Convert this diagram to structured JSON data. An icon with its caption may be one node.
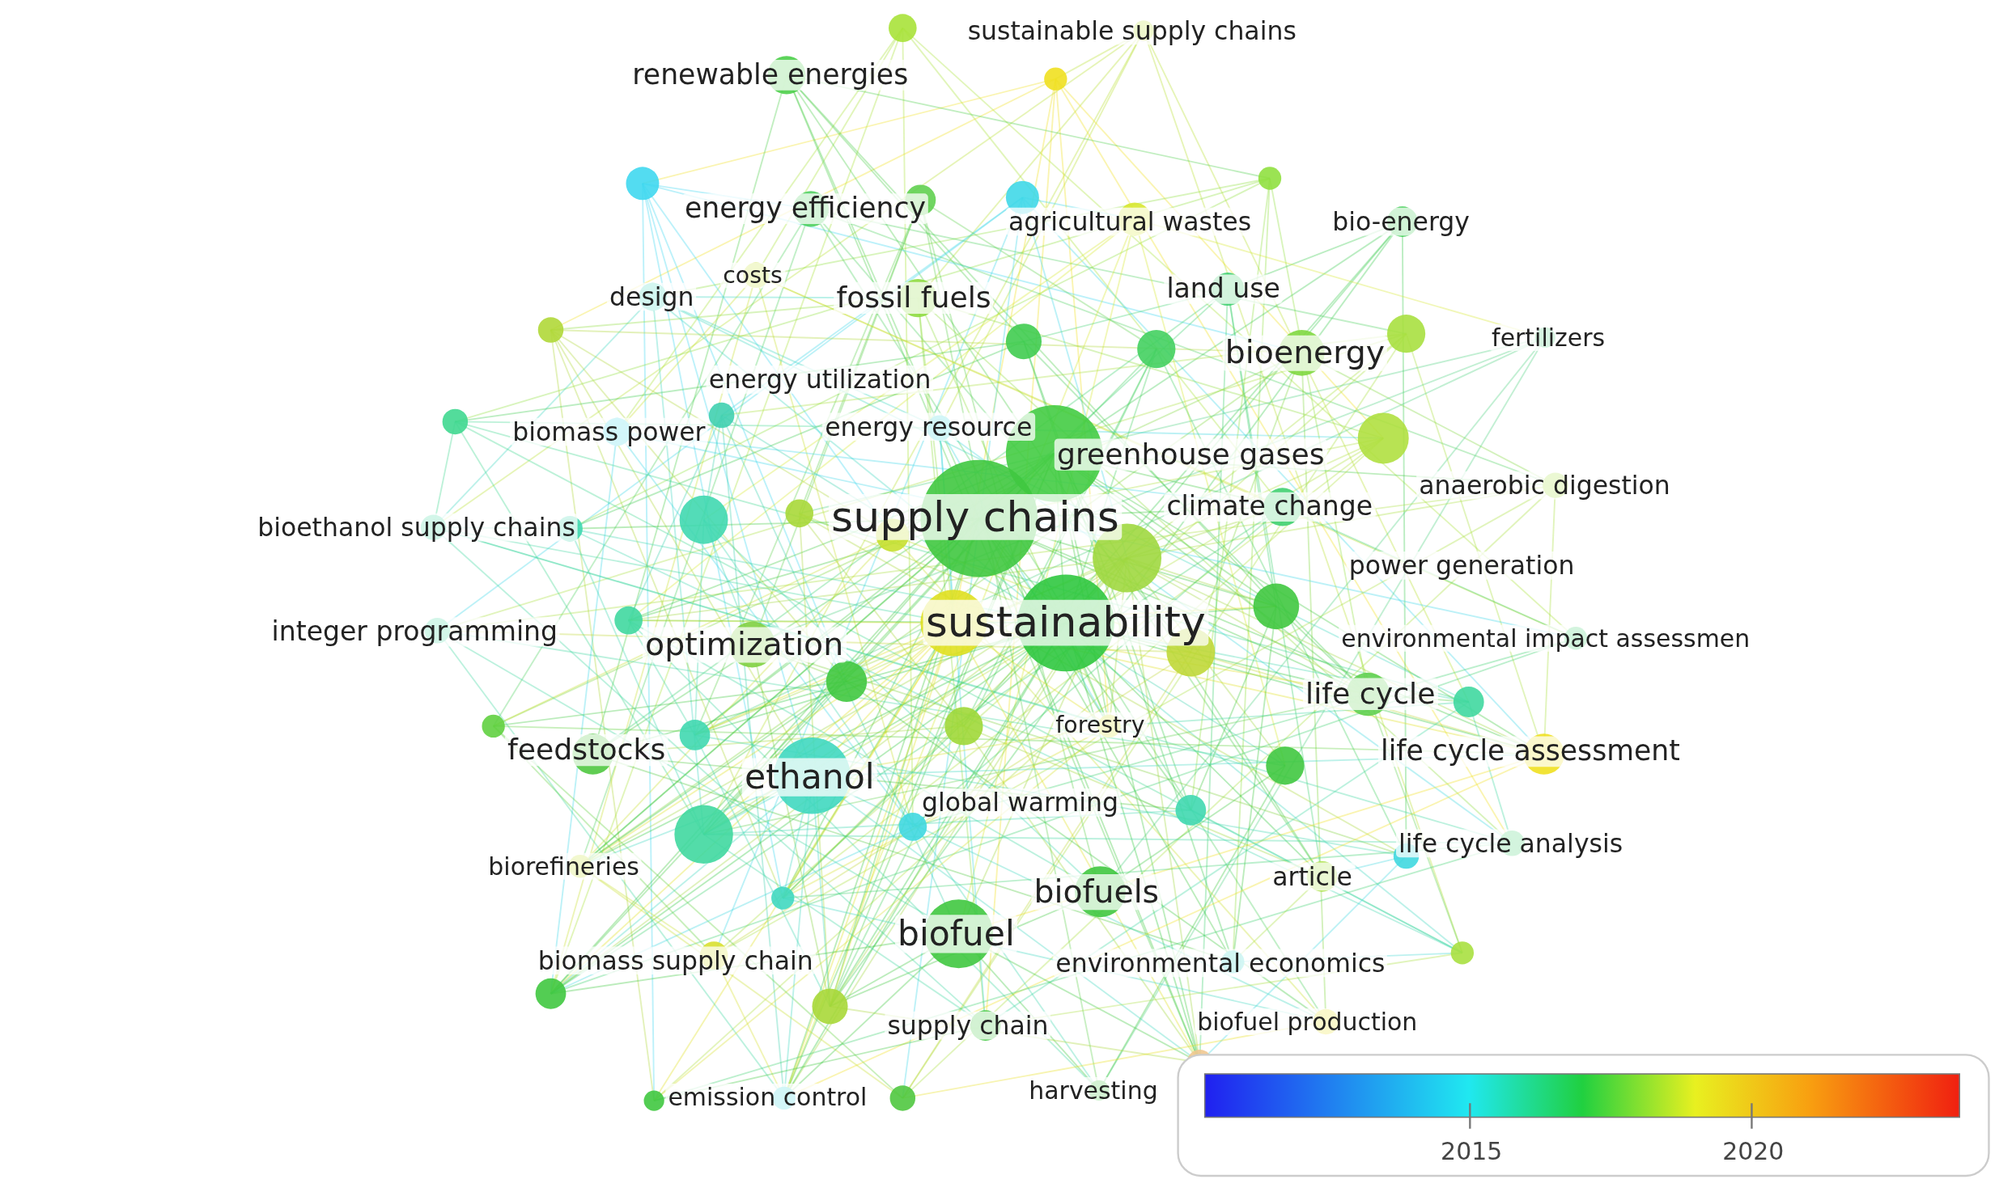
{
  "diagram": {
    "labels": [
      "sustainable supply chains",
      "renewable energies",
      "energy efficiency",
      "agricultural wastes",
      "bio-energy",
      "costs",
      "design",
      "fossil fuels",
      "land use",
      "fertilizers",
      "bioenergy",
      "energy utilization",
      "biomass power",
      "energy resource",
      "greenhouse gases",
      "anaerobic digestion",
      "supply chains",
      "climate change",
      "bioethanol supply chains",
      "power generation",
      "sustainability",
      "integer programming",
      "optimization",
      "environmental impact assessmen",
      "life cycle",
      "forestry",
      "feedstocks",
      "life cycle assessment",
      "ethanol",
      "global warming",
      "life cycle analysis",
      "biorefineries",
      "article",
      "biofuels",
      "biofuel",
      "biomass supply chain",
      "environmental economics",
      "supply chain",
      "biofuel production",
      "emission control",
      "harvesting",
      "2015",
      "2020"
    ]
  }
}
